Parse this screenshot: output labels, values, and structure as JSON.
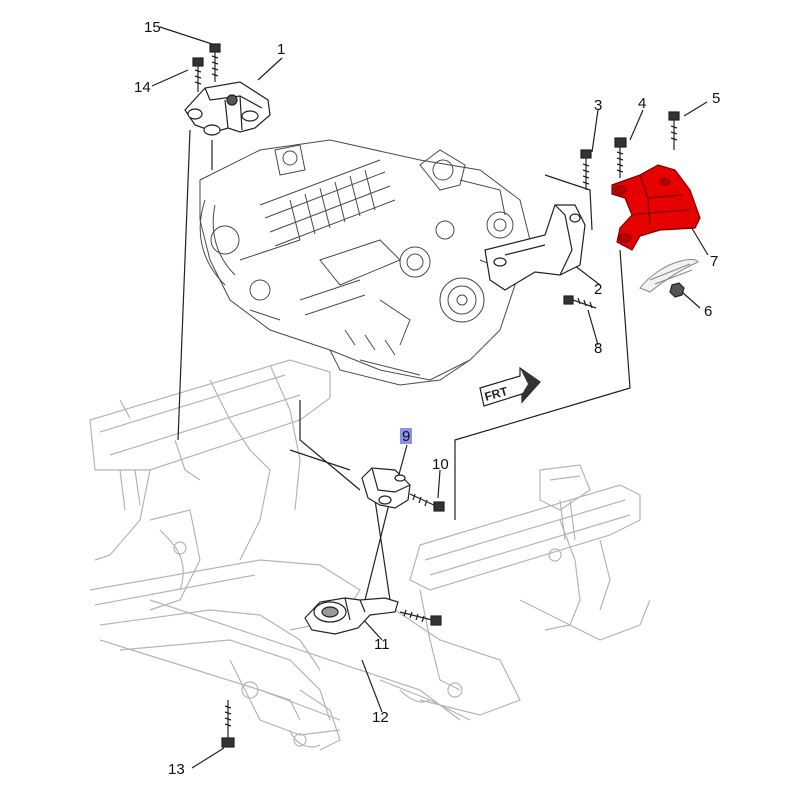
{
  "diagram": {
    "callouts": [
      {
        "id": "1",
        "label": "1"
      },
      {
        "id": "2",
        "label": "2"
      },
      {
        "id": "3",
        "label": "3"
      },
      {
        "id": "4",
        "label": "4"
      },
      {
        "id": "5",
        "label": "5"
      },
      {
        "id": "6",
        "label": "6"
      },
      {
        "id": "7",
        "label": "7"
      },
      {
        "id": "8",
        "label": "8"
      },
      {
        "id": "9",
        "label": "9",
        "highlighted": true
      },
      {
        "id": "10",
        "label": "10"
      },
      {
        "id": "11",
        "label": "11"
      },
      {
        "id": "12",
        "label": "12"
      },
      {
        "id": "13",
        "label": "13"
      },
      {
        "id": "14",
        "label": "14"
      },
      {
        "id": "15",
        "label": "15"
      }
    ],
    "front_arrow_label": "FRT",
    "colors": {
      "line": "#222222",
      "sketch": "#bbbbbb",
      "highlight_part": "#e60000",
      "callout_highlight": "#8b93e6"
    }
  }
}
